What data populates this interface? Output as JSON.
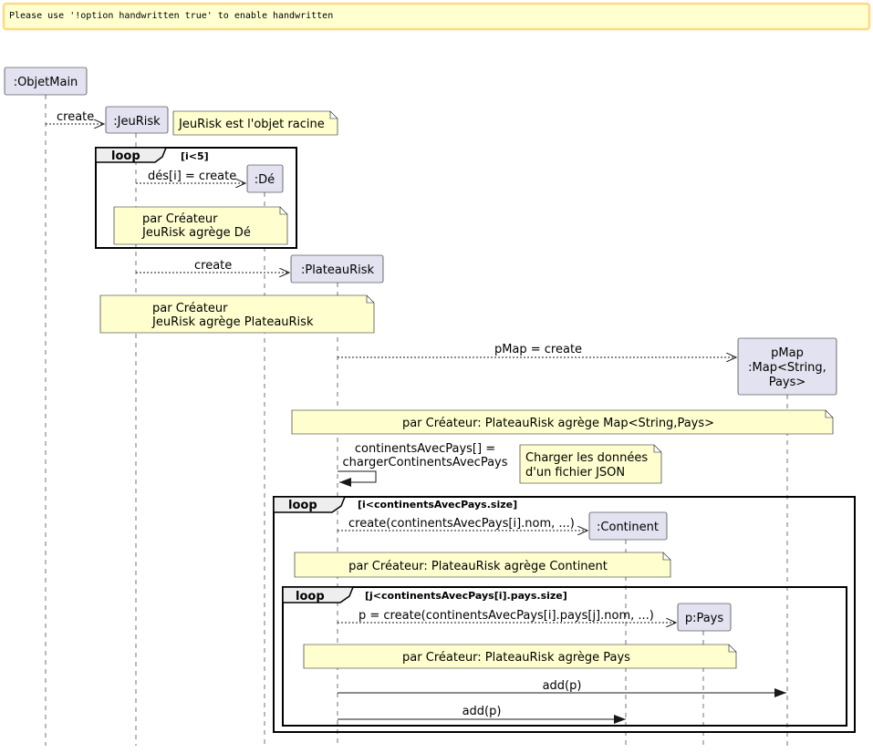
{
  "banner": "Please use '!option handwritten true' to enable handwritten",
  "participants": {
    "objet_main": ":ObjetMain",
    "jeu_risk": ":JeuRisk",
    "de": ":Dé",
    "plateau_risk": ":PlateauRisk",
    "pmap": [
      "pMap",
      ":Map<String,",
      "Pays>"
    ],
    "continent": ":Continent",
    "pays": "p:Pays"
  },
  "messages": {
    "create_jeurisk": "create",
    "create_de": "dés[i] = create",
    "create_plateau": "create",
    "create_pmap": "pMap = create",
    "charger": [
      "continentsAvecPays[] =",
      "chargerContinentsAvecPays"
    ],
    "create_continent": "create(continentsAvecPays[i].nom, ...)",
    "create_pays": "p = create(continentsAvecPays[i].pays[j].nom, ...)",
    "add_pmap": "add(p)",
    "add_continent": "add(p)"
  },
  "notes": {
    "racine": "JeuRisk est l'objet racine",
    "de": [
      "par Créateur",
      "JeuRisk agrège Dé"
    ],
    "plateau": [
      "par Créateur",
      "JeuRisk agrège PlateauRisk"
    ],
    "map": "par Créateur: PlateauRisk agrège Map<String,Pays>",
    "json": [
      "Charger les données",
      "d'un fichier JSON"
    ],
    "continent": "par Créateur: PlateauRisk agrège Continent",
    "pays": "par Créateur: PlateauRisk agrège Pays"
  },
  "loops": {
    "loop1": {
      "keyword": "loop",
      "guard": "[i<5]"
    },
    "loop2": {
      "keyword": "loop",
      "guard": "[i<continentsAvecPays.size]"
    },
    "loop3": {
      "keyword": "loop",
      "guard": "[j<continentsAvecPays[i].pays.size]"
    }
  }
}
